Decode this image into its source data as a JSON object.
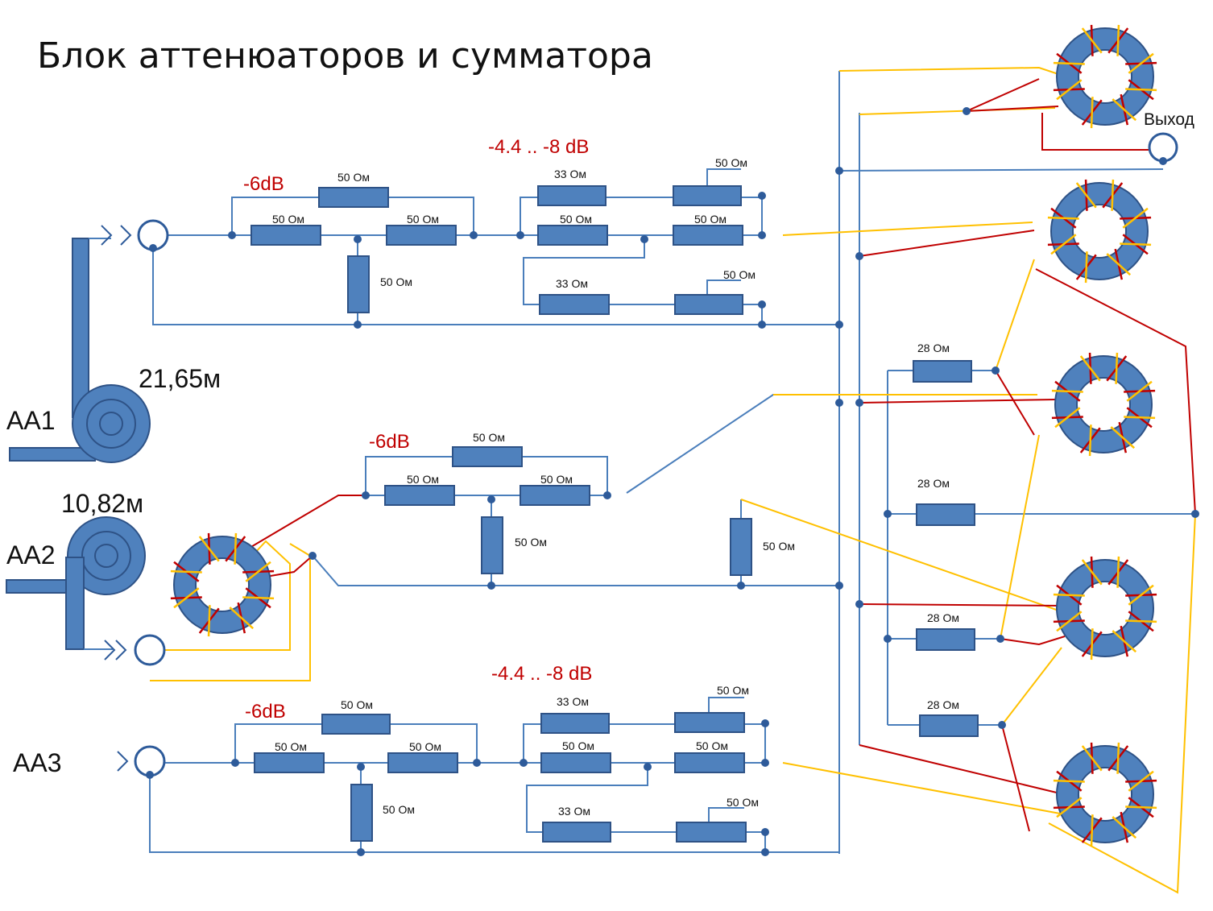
{
  "title": "Блок аттенюаторов и сумматора",
  "colors": {
    "component": "#4f81bd",
    "component_stroke": "#2e5286",
    "wire_blue": "#4a7ebb",
    "wire_red": "#c00000",
    "wire_yellow": "#ffc000",
    "label_red": "#c00000"
  },
  "antennas": [
    {
      "label": "АА1",
      "length": "21,65м"
    },
    {
      "label": "АА2",
      "length": "10,82м"
    },
    {
      "label": "АА3"
    }
  ],
  "attenuation": {
    "fixed": "-6dB",
    "variable": "-4.4 .. -8 dB"
  },
  "resistors": {
    "r50": "50 Ом",
    "r33": "33 Ом",
    "r28": "28 Ом"
  },
  "output_label": "Выход",
  "icons": [
    "coax-connector-icon",
    "antenna-coil-icon",
    "ferrite-toroid-icon",
    "resistor-icon"
  ]
}
